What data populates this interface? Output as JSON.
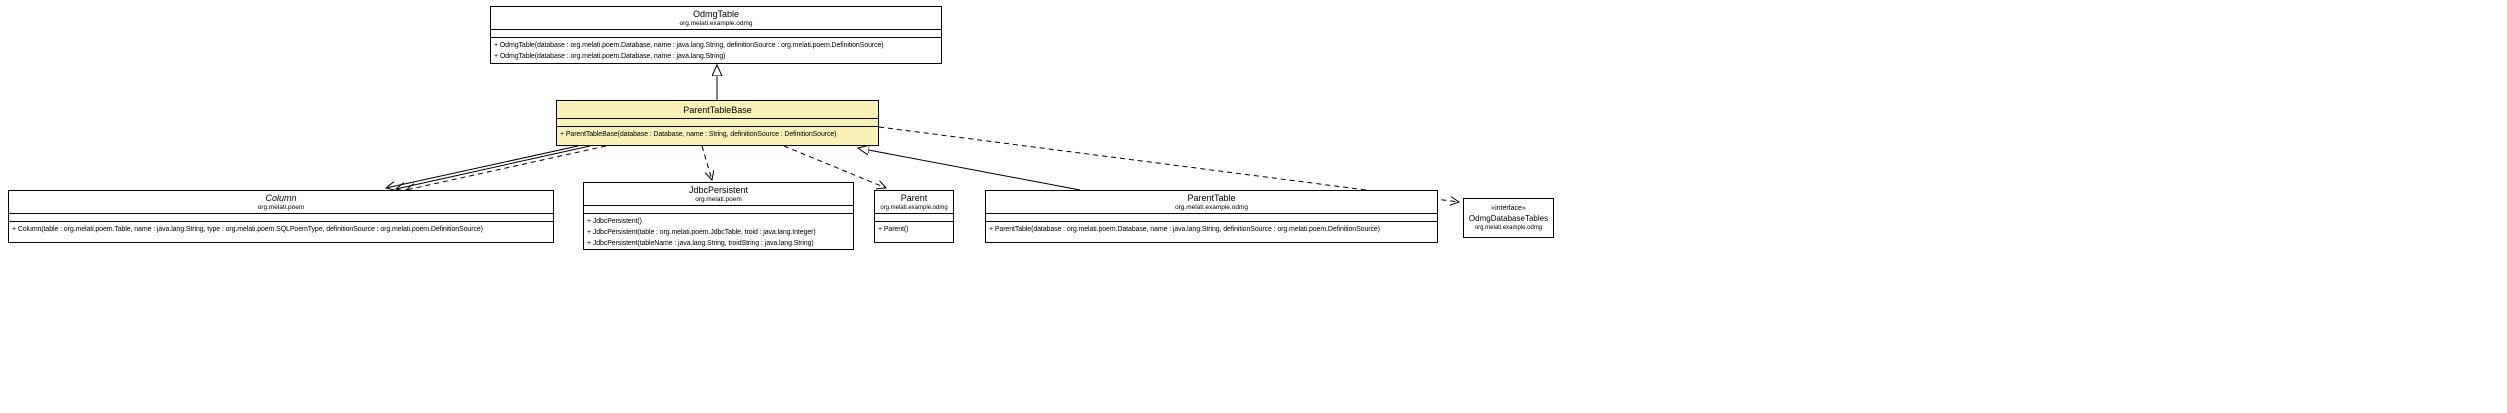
{
  "diagram": {
    "kind": "uml-class-diagram",
    "background_color": "#FFFFFF",
    "line_color": "#000000",
    "highlight_color": "#FBF2BA"
  },
  "classes": {
    "odmg_table": {
      "name": "OdmgTable",
      "package": "org.melati.example.odmg",
      "methods": [
        "+ OdmgTable(database : org.melati.poem.Database, name : java.lang.String, definitionSource : org.melati.poem.DefinitionSource)",
        "+ OdmgTable(database : org.melati.poem.Database, name : java.lang.String)"
      ]
    },
    "parent_table_base": {
      "name": "ParentTableBase",
      "highlighted": true,
      "methods": [
        "+ ParentTableBase(database : Database, name : String, definitionSource : DefinitionSource)"
      ]
    },
    "column": {
      "name": "Column",
      "package": "org.melati.poem",
      "abstract": true,
      "methods": [
        "+ Column(table : org.melati.poem.Table, name : java.lang.String, type : org.melati.poem.SQLPoemType, definitionSource : org.melati.poem.DefinitionSource)"
      ]
    },
    "jdbc_persistent": {
      "name": "JdbcPersistent",
      "package": "org.melati.poem",
      "methods": [
        "+ JdbcPersistent()",
        "+ JdbcPersistent(table : org.melati.poem.JdbcTable, troid : java.lang.Integer)",
        "+ JdbcPersistent(tableName : java.lang.String, troidString : java.lang.String)"
      ]
    },
    "parent": {
      "name": "Parent",
      "package": "org.melati.example.odmg",
      "methods": [
        "+ Parent()"
      ]
    },
    "parent_table": {
      "name": "ParentTable",
      "package": "org.melati.example.odmg",
      "methods": [
        "+ ParentTable(database : org.melati.poem.Database, name : java.lang.String, definitionSource : org.melati.poem.DefinitionSource)"
      ]
    },
    "odmg_database_tables": {
      "stereotype": "«interface»",
      "name": "OdmgDatabaseTables",
      "package": "org.melati.example.odmg"
    }
  },
  "relationships": [
    {
      "type": "generalization",
      "from": "ParentTableBase",
      "to": "OdmgTable",
      "style": "solid"
    },
    {
      "type": "generalization",
      "from": "ParentTable",
      "to": "ParentTableBase",
      "style": "solid"
    },
    {
      "type": "association",
      "from": "ParentTableBase",
      "to": "Column",
      "style": "solid"
    },
    {
      "type": "association",
      "from": "ParentTableBase",
      "to": "Column",
      "style": "solid"
    },
    {
      "type": "dependency",
      "from": "ParentTableBase",
      "to": "Column",
      "style": "dashed"
    },
    {
      "type": "dependency",
      "from": "ParentTableBase",
      "to": "JdbcPersistent",
      "style": "dashed"
    },
    {
      "type": "dependency",
      "from": "ParentTableBase",
      "to": "Parent",
      "style": "dashed"
    },
    {
      "type": "dependency",
      "from": "ParentTableBase",
      "to": "OdmgDatabaseTables",
      "style": "dashed"
    }
  ]
}
